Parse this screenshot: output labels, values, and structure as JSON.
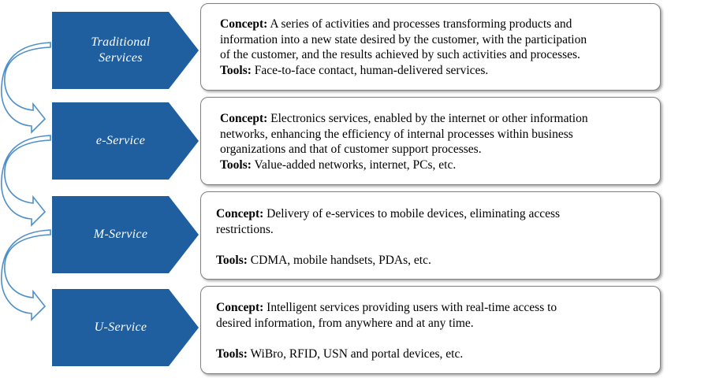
{
  "colors": {
    "stage_fill": "#1f5f9f",
    "connector_stroke": "#4f8fc9",
    "card_border": "#7f7f7f"
  },
  "stages": [
    {
      "label": "Traditional\nServices",
      "concept_label": "Concept:",
      "concept_lines": [
        "A series of activities and processes transforming products and",
        "information into a new state desired by the customer, with the participation",
        "of the customer, and the results achieved by such activities and processes."
      ],
      "tools_label": "Tools:",
      "tools_text": "Face-to-face contact, human-delivered services."
    },
    {
      "label": "e-Service",
      "concept_label": "Concept:",
      "concept_lines": [
        "Electronics services, enabled by the internet or other information",
        "networks, enhancing the efficiency of internal processes within business",
        "organizations and that of customer support processes."
      ],
      "tools_label": "Tools:",
      "tools_text": "Value-added networks, internet, PCs, etc."
    },
    {
      "label": "M-Service",
      "concept_label": "Concept:",
      "concept_lines": [
        "Delivery of e-services to mobile devices, eliminating access",
        "restrictions."
      ],
      "tools_label": "Tools:",
      "tools_text": "CDMA, mobile handsets, PDAs, etc."
    },
    {
      "label": "U-Service",
      "concept_label": "Concept:",
      "concept_lines": [
        "Intelligent services providing users with real-time access to",
        "desired information, from anywhere and at any time."
      ],
      "tools_label": "Tools:",
      "tools_text": "WiBro, RFID, USN and portal devices, etc."
    }
  ]
}
